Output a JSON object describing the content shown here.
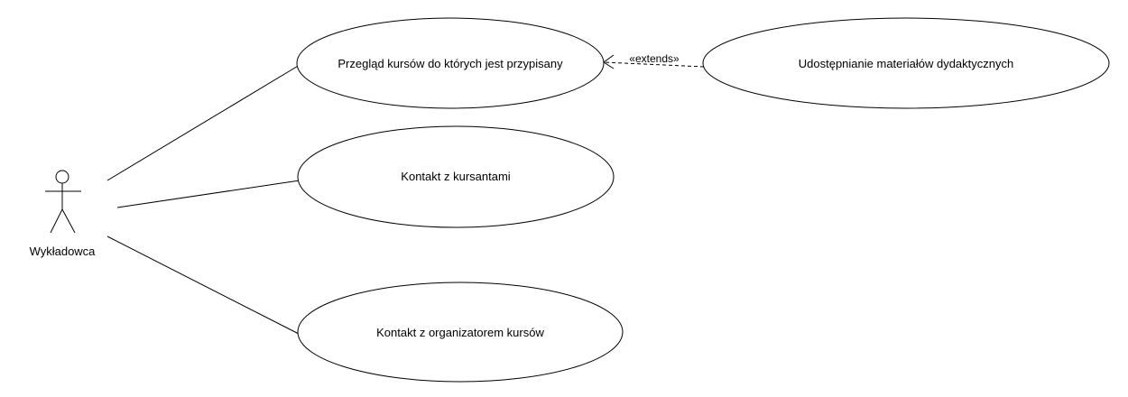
{
  "diagram": {
    "type": "uml-use-case",
    "actor": {
      "name": "Wykładowca"
    },
    "use_cases": [
      {
        "id": "uc-przeglad",
        "label": "Przegląd kursów do których jest przypisany"
      },
      {
        "id": "uc-kontakt-kursanci",
        "label": "Kontakt z kursantami"
      },
      {
        "id": "uc-kontakt-organizator",
        "label": "Kontakt z organizatorem kursów"
      },
      {
        "id": "uc-udostepnianie",
        "label": "Udostępnianie materiałów dydaktycznych"
      }
    ],
    "relationships": [
      {
        "type": "association",
        "from": "Wykładowca",
        "to": "uc-przeglad"
      },
      {
        "type": "association",
        "from": "Wykładowca",
        "to": "uc-kontakt-kursanci"
      },
      {
        "type": "association",
        "from": "Wykładowca",
        "to": "uc-kontakt-organizator"
      },
      {
        "type": "extends",
        "from": "uc-udostepnianie",
        "to": "uc-przeglad",
        "label": "«extends»"
      }
    ]
  }
}
